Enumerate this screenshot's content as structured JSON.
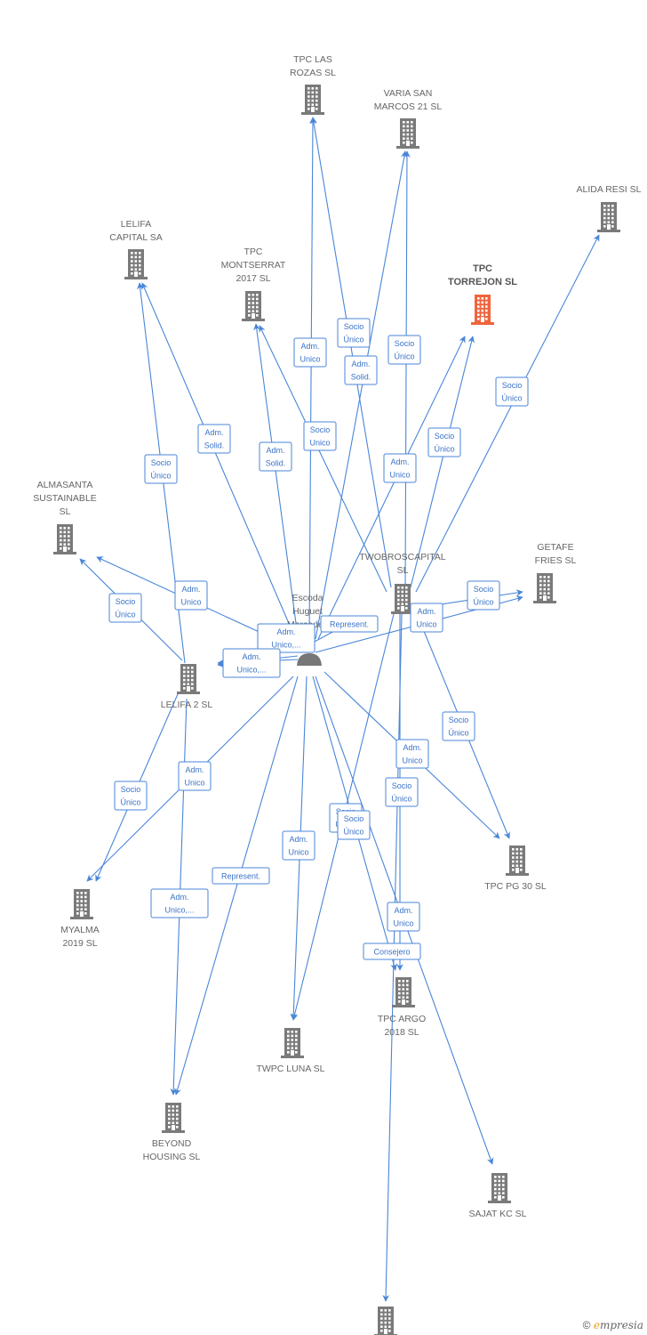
{
  "colors": {
    "edge": "#4a86d8",
    "building": "#7a7a7a",
    "focus_building": "#f0643c",
    "person": "#777777"
  },
  "nodes": [
    {
      "id": "tpc_las_rozas",
      "type": "company",
      "lines": [
        "TPC LAS",
        "ROZAS  SL"
      ]
    },
    {
      "id": "varia_san_marcos",
      "type": "company",
      "lines": [
        "VARIA SAN",
        "MARCOS 21  SL"
      ]
    },
    {
      "id": "alida_resi",
      "type": "company",
      "lines": [
        "ALIDA RESI  SL"
      ]
    },
    {
      "id": "lelifa_capital",
      "type": "company",
      "lines": [
        "LELIFA",
        "CAPITAL SA"
      ]
    },
    {
      "id": "tpc_montserrat",
      "type": "company",
      "lines": [
        "TPC",
        "MONTSERRAT",
        "2017  SL"
      ]
    },
    {
      "id": "tpc_torrejon",
      "type": "focus",
      "lines": [
        "TPC",
        "TORREJON  SL"
      ]
    },
    {
      "id": "almasanta",
      "type": "company",
      "lines": [
        "ALMASANTA",
        "SUSTAINABLE",
        "SL"
      ]
    },
    {
      "id": "getafe_fries",
      "type": "company",
      "lines": [
        "GETAFE",
        "FRIES  SL"
      ]
    },
    {
      "id": "twobroscapital",
      "type": "company",
      "lines": [
        "TWOBROSCAPITAL",
        "SL"
      ]
    },
    {
      "id": "person",
      "type": "person",
      "lines": [
        "Escoda",
        "Huguet",
        "Mercedes"
      ]
    },
    {
      "id": "lelifa2",
      "type": "company",
      "lines": [
        "LELIFA  2  SL"
      ]
    },
    {
      "id": "tpc_pg30",
      "type": "company",
      "lines": [
        "TPC PG 30  SL"
      ]
    },
    {
      "id": "myalma",
      "type": "company",
      "lines": [
        "MYALMA",
        "2019  SL"
      ]
    },
    {
      "id": "tpc_argo",
      "type": "company",
      "lines": [
        "TPC ARGO",
        "2018  SL"
      ]
    },
    {
      "id": "twpc_luna",
      "type": "company",
      "lines": [
        "TWPC LUNA  SL"
      ]
    },
    {
      "id": "beyond_housing",
      "type": "company",
      "lines": [
        "BEYOND",
        "HOUSING  SL"
      ]
    },
    {
      "id": "sajat_kc",
      "type": "company",
      "lines": [
        "SAJAT KC SL"
      ]
    },
    {
      "id": "bottom_company",
      "type": "company",
      "lines": []
    }
  ],
  "edges": [
    {
      "from": "person",
      "to": "tpc_las_rozas",
      "lines": [
        "Adm.",
        "Unico"
      ]
    },
    {
      "from": "twobroscapital",
      "to": "tpc_las_rozas",
      "lines": [
        "Socio",
        "Único"
      ]
    },
    {
      "from": "person",
      "to": "varia_san_marcos",
      "lines": [
        "Adm.",
        "Solid."
      ]
    },
    {
      "from": "twobroscapital",
      "to": "varia_san_marcos",
      "lines": [
        "Socio",
        "Único"
      ]
    },
    {
      "from": "twobroscapital",
      "to": "alida_resi",
      "lines": [
        "Socio",
        "Único"
      ]
    },
    {
      "from": "person",
      "to": "lelifa_capital",
      "lines": [
        "Adm.",
        "Solid."
      ]
    },
    {
      "from": "lelifa2",
      "to": "lelifa_capital",
      "lines": [
        "Socio",
        "Único"
      ]
    },
    {
      "from": "person",
      "to": "tpc_montserrat",
      "lines": [
        "Adm.",
        "Solid."
      ]
    },
    {
      "from": "twobroscapital",
      "to": "tpc_montserrat",
      "lines": [
        "Socio",
        "Unico"
      ]
    },
    {
      "from": "person",
      "to": "tpc_torrejon",
      "lines": [
        "Adm.",
        "Unico"
      ]
    },
    {
      "from": "twobroscapital",
      "to": "tpc_torrejon",
      "lines": [
        "Socio",
        "Único"
      ]
    },
    {
      "from": "person",
      "to": "almasanta",
      "lines": [
        "Adm.",
        "Unico"
      ]
    },
    {
      "from": "lelifa2",
      "to": "almasanta",
      "lines": [
        "Socio",
        "Único"
      ]
    },
    {
      "from": "twobroscapital",
      "to": "getafe_fries",
      "lines": [
        "Socio",
        "Único"
      ]
    },
    {
      "from": "person",
      "to": "getafe_fries",
      "lines": [
        "Adm.",
        "Unico"
      ]
    },
    {
      "from": "person",
      "to": "twobroscapital",
      "lines": [
        "Represent."
      ]
    },
    {
      "from": "person",
      "to": "lelifa2",
      "lines": [
        "Adm.",
        "Unico,..."
      ]
    },
    {
      "from": "person",
      "to": "lelifa2",
      "lines": [
        "Adm.",
        "Unico,..."
      ]
    },
    {
      "from": "twobroscapital",
      "to": "tpc_pg30",
      "lines": [
        "Socio",
        "Único"
      ]
    },
    {
      "from": "person",
      "to": "tpc_pg30",
      "lines": [
        "Adm.",
        "Unico"
      ]
    },
    {
      "from": "lelifa2",
      "to": "myalma",
      "lines": [
        "Socio",
        "Único"
      ]
    },
    {
      "from": "person",
      "to": "myalma",
      "lines": [
        "Adm.",
        "Unico"
      ]
    },
    {
      "from": "twobroscapital",
      "to": "tpc_argo",
      "lines": [
        "Socio",
        "Único"
      ]
    },
    {
      "from": "person",
      "to": "tpc_argo",
      "lines": [
        "Adm.",
        "Unico"
      ]
    },
    {
      "from": "person",
      "to": "twpc_luna",
      "lines": [
        "Adm.",
        "Unico"
      ]
    },
    {
      "from": "twobroscapital",
      "to": "twpc_luna",
      "lines": [
        "Socio",
        "Único"
      ]
    },
    {
      "from": "person",
      "to": "beyond_housing",
      "lines": [
        "Represent."
      ]
    },
    {
      "from": "lelifa2",
      "to": "beyond_housing",
      "lines": [
        "Adm.",
        "Unico,..."
      ]
    },
    {
      "from": "person",
      "to": "sajat_kc",
      "lines": [
        "Socio",
        "Único"
      ]
    },
    {
      "from": "twobroscapital",
      "to": "bottom_company",
      "lines": [
        "Consejero"
      ]
    }
  ],
  "copyright": {
    "symbol": "©",
    "brand_initial": "e",
    "brand_rest": "mpresia"
  }
}
